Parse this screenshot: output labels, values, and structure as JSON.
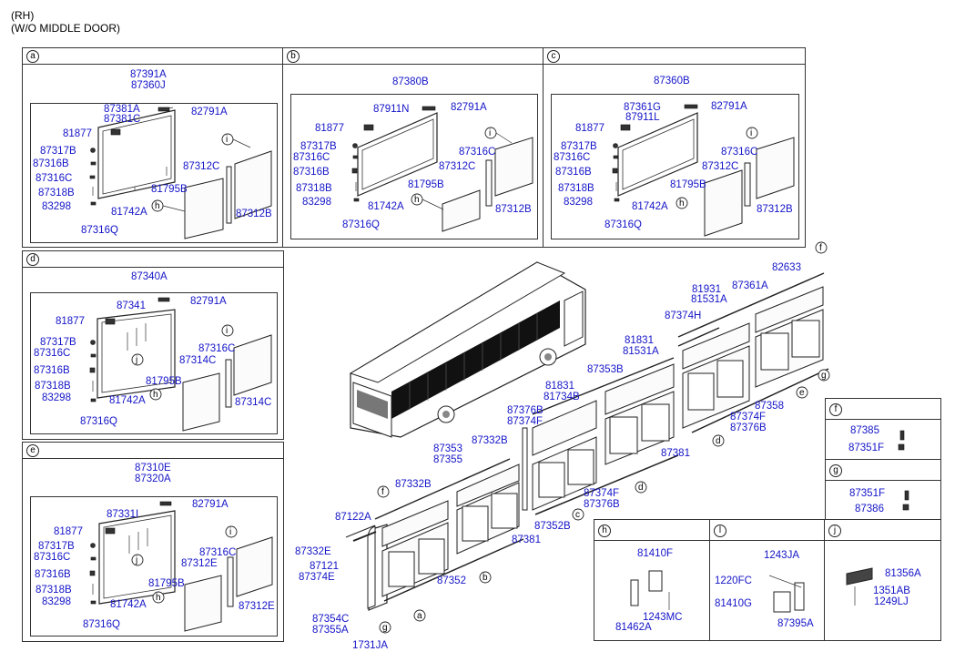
{
  "header": {
    "line1": "(RH)",
    "line2": "(W/O MIDDLE DOOR)"
  },
  "panels": {
    "a": {
      "letter": "a",
      "top1": "87391A",
      "top2": "87360J",
      "t3": "87381A",
      "t4": "87381C",
      "seal": "82791A",
      "left": [
        "81877",
        "87317B",
        "87316B",
        "87316C",
        "87318B",
        "83298"
      ],
      "bottom1": "81742A",
      "bottom2": "87316Q",
      "mid": "87312C",
      "rail": "81795B",
      "i": "i",
      "h": "h",
      "right": "87312B"
    },
    "b": {
      "letter": "b",
      "top1": "87380B",
      "t3": "87911N",
      "seal": "82791A",
      "left": [
        "81877",
        "87317B",
        "87316C",
        "87316B",
        "87318B",
        "83298"
      ],
      "bottom1": "81742A",
      "bottom2": "87316Q",
      "mid1": "87316C",
      "mid": "87312C",
      "rail": "81795B",
      "i": "i",
      "h": "h",
      "right": "87312B"
    },
    "c": {
      "letter": "c",
      "top1": "87360B",
      "t3": "87361G",
      "t4": "87911L",
      "seal": "82791A",
      "left": [
        "81877",
        "87317B",
        "87316C",
        "87316B",
        "87318B",
        "83298"
      ],
      "bottom1": "81742A",
      "bottom2": "87316Q",
      "mid1": "87316C",
      "mid": "87312C",
      "rail": "81795B",
      "i": "i",
      "h": "h",
      "right": "87312B"
    },
    "d": {
      "letter": "d",
      "top1": "87340A",
      "t3": "87341",
      "seal": "82791A",
      "left": [
        "81877",
        "87317B",
        "87316C",
        "87316B",
        "87318B",
        "83298"
      ],
      "bottom1": "81742A",
      "bottom2": "87316Q",
      "mid1": "87316C",
      "mid": "87314C",
      "rail": "81795B",
      "i": "i",
      "h": "h",
      "j": "j",
      "right": "87314C"
    },
    "e": {
      "letter": "e",
      "top1": "87310E",
      "top2": "87320A",
      "t3": "87331I",
      "seal": "82791A",
      "left": [
        "81877",
        "87317B",
        "87316C",
        "87316B",
        "87318B",
        "83298"
      ],
      "bottom1": "81742A",
      "bottom2": "87316Q",
      "mid1": "87316C",
      "mid": "87312E",
      "rail": "81795B",
      "i": "i",
      "h": "h",
      "j": "j",
      "right": "87312E"
    },
    "f": {
      "letter": "f",
      "l1": "87385",
      "l2": "87351F"
    },
    "g": {
      "letter": "g",
      "l1": "87351F",
      "l2": "87386"
    },
    "h": {
      "letter": "h",
      "l1": "81410F",
      "l2": "1243MC",
      "l3": "81462A"
    },
    "i": {
      "letter": "l",
      "l1": "1243JA",
      "l2": "1220FC",
      "l3": "81410G",
      "l4": "87395A"
    },
    "j": {
      "letter": "j",
      "l1": "81356A",
      "l2": "1351AB",
      "l3": "1249LJ"
    }
  },
  "main": {
    "labels": {
      "l82633": "82633",
      "l81931": "81931",
      "l81531A_1": "81531A",
      "l87361A": "87361A",
      "l87374H": "87374H",
      "l81831_1": "81831",
      "l81531A_2": "81531A",
      "l87353B": "87353B",
      "l81831_2": "81831",
      "l81734B": "81734B",
      "l87376B_1": "87376B",
      "l87374F_1": "87374F",
      "l87353": "87353",
      "l87355": "87355",
      "l87332B_1": "87332B",
      "l87332B_2": "87332B",
      "l87122A": "87122A",
      "l87332E": "87332E",
      "l87121": "87121",
      "l87374E": "87374E",
      "l87354C": "87354C",
      "l87355A": "87355A",
      "l1731JA": "1731JA",
      "l87352": "87352",
      "l87352B": "87352B",
      "l87381_1": "87381",
      "l87381_2": "87381",
      "l87374F_2": "87374F",
      "l87376B_2": "87376B",
      "l87358": "87358",
      "l87374F_3": "87374F",
      "l87376B_3": "87376B"
    },
    "callouts": {
      "a": "a",
      "b": "b",
      "c": "c",
      "d": "d",
      "e": "e",
      "f1": "f",
      "f2": "f",
      "g1": "g",
      "g2": "g"
    }
  }
}
